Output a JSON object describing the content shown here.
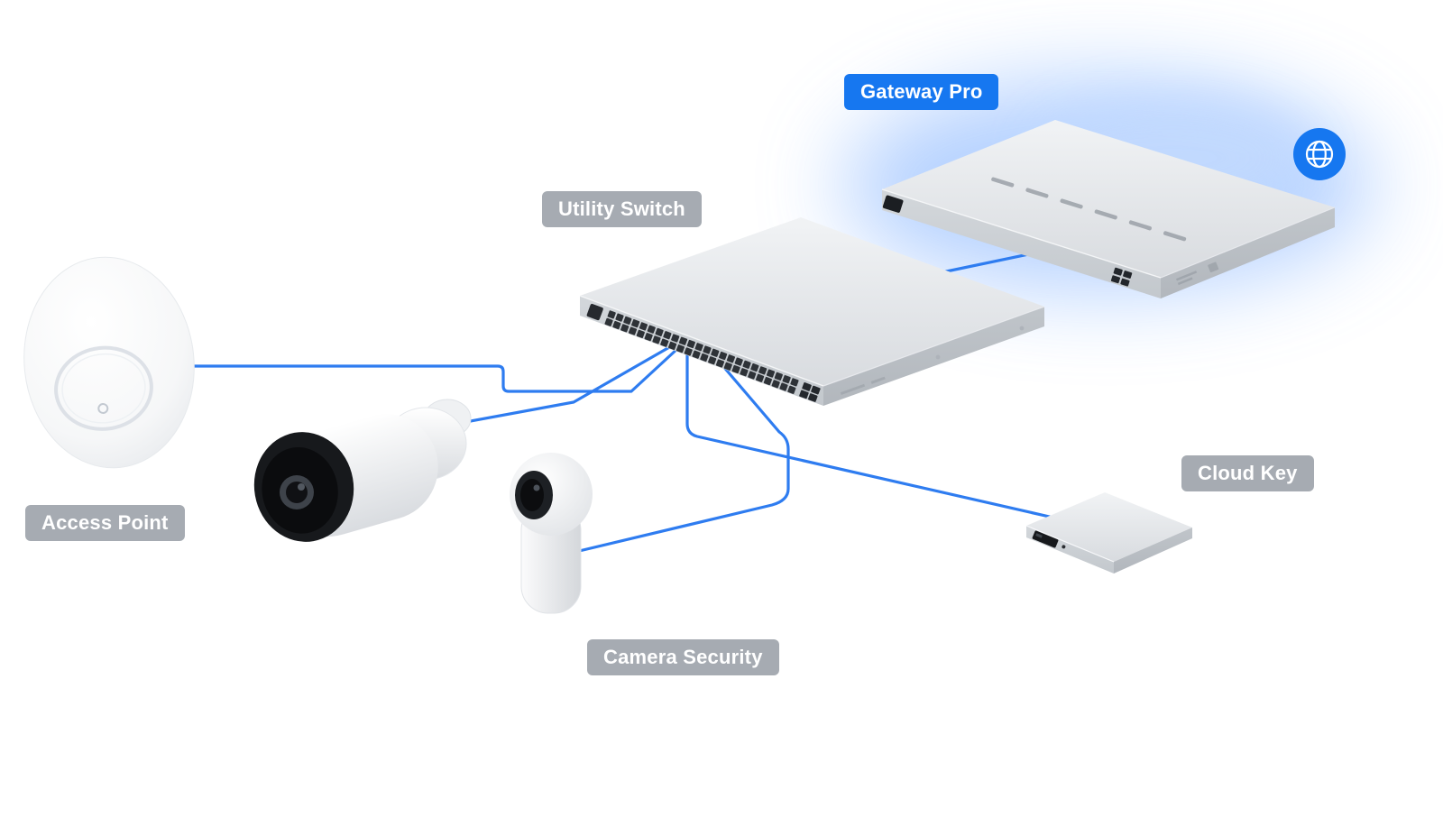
{
  "diagram": {
    "type": "network-topology",
    "background_color": "#ffffff",
    "connection_color": "#2e7cf0",
    "accent_blue": "#1677f0",
    "label_gray": "#a6abb2",
    "label_text_color": "#ffffff"
  },
  "labels": {
    "gateway_pro": "Gateway Pro",
    "utility_switch": "Utility Switch",
    "access_point": "Access Point",
    "camera_security": "Camera Security",
    "cloud_key": "Cloud Key"
  },
  "nodes": [
    {
      "id": "internet",
      "icon": "globe-icon",
      "color": "#1677f0"
    },
    {
      "id": "gateway-pro",
      "device": "rackmount gateway",
      "label": "Gateway Pro",
      "label_style": "blue",
      "highlighted_glow": true
    },
    {
      "id": "utility-switch",
      "device": "48-port rackmount switch",
      "label": "Utility Switch",
      "label_style": "gray"
    },
    {
      "id": "access-point",
      "device": "ceiling wireless access point",
      "label": "Access Point",
      "label_style": "gray"
    },
    {
      "id": "bullet-camera",
      "device": "bullet security camera",
      "label": null,
      "label_style": null
    },
    {
      "id": "turret-camera",
      "device": "turret security camera",
      "label": "Camera Security",
      "label_style": "gray"
    },
    {
      "id": "cloud-key",
      "device": "cloud key controller",
      "label": "Cloud Key",
      "label_style": "gray"
    }
  ],
  "connections": [
    {
      "from": "access-point",
      "to": "utility-switch"
    },
    {
      "from": "bullet-camera",
      "to": "utility-switch"
    },
    {
      "from": "turret-camera",
      "to": "utility-switch"
    },
    {
      "from": "cloud-key",
      "to": "utility-switch"
    },
    {
      "from": "utility-switch",
      "to": "gateway-pro"
    },
    {
      "from": "gateway-pro",
      "to": "internet"
    }
  ]
}
